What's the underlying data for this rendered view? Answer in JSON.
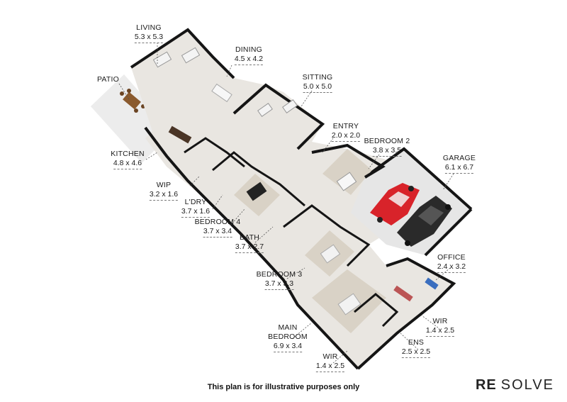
{
  "rooms": {
    "living": {
      "name": "LIVING",
      "dims": "5.3 x 5.3"
    },
    "dining": {
      "name": "DINING",
      "dims": "4.5 x 4.2"
    },
    "patio": {
      "name": "PATIO",
      "dims": ""
    },
    "sitting": {
      "name": "SITTING",
      "dims": "5.0 x 5.0"
    },
    "entry": {
      "name": "ENTRY",
      "dims": "2.0 x 2.0"
    },
    "bedroom2": {
      "name": "BEDROOM 2",
      "dims": "3.8 x 3.5"
    },
    "garage": {
      "name": "GARAGE",
      "dims": "6.1 x 6.7"
    },
    "kitchen": {
      "name": "KITCHEN",
      "dims": "4.8 x 4.6"
    },
    "wip": {
      "name": "WIP",
      "dims": "3.2 x 1.6"
    },
    "ldry": {
      "name": "L'DRY",
      "dims": "3.7 x 1.6"
    },
    "bedroom4": {
      "name": "BEDROOM 4",
      "dims": "3.7 x 3.4"
    },
    "bath": {
      "name": "BATH",
      "dims": "3.7 x 2.7"
    },
    "bedroom3": {
      "name": "BEDROOM 3",
      "dims": "3.7 x 3.3"
    },
    "office": {
      "name": "OFFICE",
      "dims": "2.4 x 3.2"
    },
    "wir1": {
      "name": "WIR",
      "dims": "1.4 x 2.5"
    },
    "ens": {
      "name": "ENS",
      "dims": "2.5 x 2.5"
    },
    "main": {
      "name": "MAIN BEDROOM",
      "name1": "MAIN",
      "name2": "BEDROOM",
      "dims": "6.9 x 3.4"
    },
    "wir2": {
      "name": "WIR",
      "dims": "1.4 x 2.5"
    }
  },
  "footer": {
    "disclaimer": "This plan is for illustrative purposes only"
  },
  "brand": {
    "part1": "RE",
    "part2": "SOLVE"
  },
  "colors": {
    "wall": "#151515",
    "floor": "#e9e6e1",
    "floor_wood": "#d9d2c6",
    "garage_floor": "#e3e3e3",
    "car_red": "#d8232a",
    "car_black": "#2a2a2a"
  }
}
